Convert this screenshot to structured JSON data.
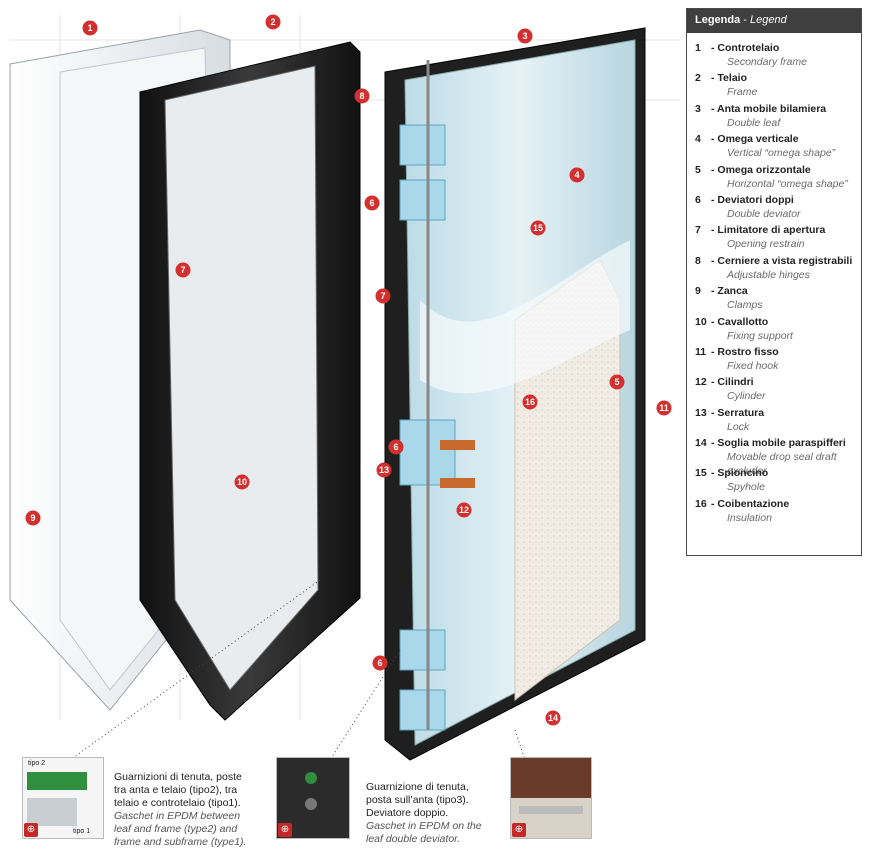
{
  "legend": {
    "title_it": "Legenda",
    "title_sep": " - ",
    "title_en": "Legend",
    "items": [
      {
        "num": "1",
        "name": "Controtelaio",
        "translation": "Secondary frame"
      },
      {
        "num": "2",
        "name": "Telaio",
        "translation": "Frame"
      },
      {
        "num": "3",
        "name": "Anta mobile bilamiera",
        "translation": "Double leaf"
      },
      {
        "num": "4",
        "name": "Omega verticale",
        "translation": "Vertical “omega shape”"
      },
      {
        "num": "5",
        "name": "Omega orizzontale",
        "translation": "Horizontal “omega shape”"
      },
      {
        "num": "6",
        "name": "Deviatori doppi",
        "translation": "Double deviator"
      },
      {
        "num": "7",
        "name": "Limitatore di apertura",
        "translation": "Opening restrain"
      },
      {
        "num": "8",
        "name": "Cerniere a vista registrabili",
        "translation": "Adjustable hinges"
      },
      {
        "num": "9",
        "name": "Zanca",
        "translation": "Clamps"
      },
      {
        "num": "10",
        "name": "Cavallotto",
        "translation": "Fixing support"
      },
      {
        "num": "11",
        "name": "Rostro fisso",
        "translation": "Fixed hook"
      },
      {
        "num": "12",
        "name": "Cilindri",
        "translation": "Cylinder"
      },
      {
        "num": "13",
        "name": "Serratura",
        "translation": "Lock"
      },
      {
        "num": "14",
        "name": "Soglia mobile paraspifferi",
        "translation": "Movable drop seal draft excluder"
      },
      {
        "num": "15",
        "name": "Spioncino",
        "translation": "Spyhole"
      },
      {
        "num": "16",
        "name": "Coibentazione",
        "translation": "Insulation"
      }
    ]
  },
  "markers": [
    {
      "label": "1"
    },
    {
      "label": "2"
    },
    {
      "label": "3"
    },
    {
      "label": "4"
    },
    {
      "label": "5"
    },
    {
      "label": "6"
    },
    {
      "label": "6"
    },
    {
      "label": "6"
    },
    {
      "label": "7"
    },
    {
      "label": "7"
    },
    {
      "label": "8"
    },
    {
      "label": "9"
    },
    {
      "label": "10"
    },
    {
      "label": "11"
    },
    {
      "label": "12"
    },
    {
      "label": "13"
    },
    {
      "label": "14"
    },
    {
      "label": "15"
    },
    {
      "label": "16"
    }
  ],
  "captions": {
    "left": {
      "lines": [
        "Guarnizioni di tenuta, poste",
        "tra anta e telaio (tipo2), tra",
        "telaio e controtelaio (tipo1)."
      ],
      "italic": [
        "Gaschet in EPDM between",
        "leaf and frame (type2) and",
        "frame and subframe (type1)."
      ]
    },
    "middle": {
      "lines": [
        "Guarnizione di tenuta,",
        "posta sull’anta (tipo3).",
        "Deviatore doppio."
      ],
      "italic": [
        "Gaschet in EPDM on the",
        "leaf double deviator."
      ]
    }
  },
  "thumb_left_labels": {
    "tipo2": "tipo 2",
    "tipo1": "tipo 1"
  },
  "colors": {
    "marker": "#d32f2f",
    "legend_header": "#3f3f3f",
    "glass": "#cfe6ee"
  }
}
